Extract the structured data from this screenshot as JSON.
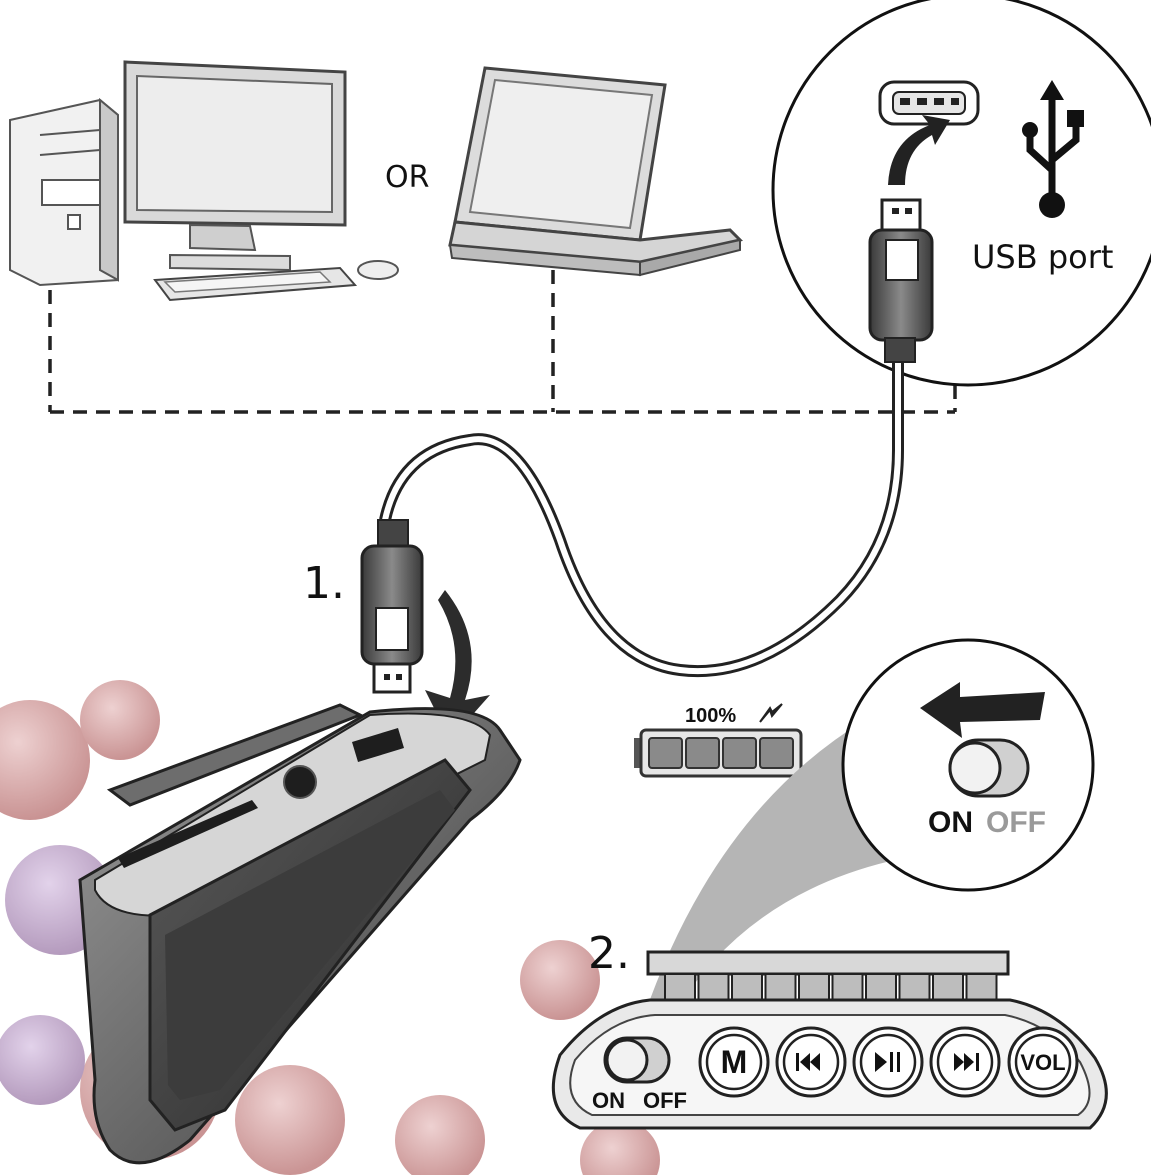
{
  "labels": {
    "or": "OR",
    "usb_port": "USB port",
    "step1": "1.",
    "step2": "2.",
    "battery_level": "100%",
    "switch_on": "ON",
    "switch_off": "OFF",
    "panel_on": "ON",
    "panel_off": "OFF"
  },
  "buttons": [
    {
      "name": "menu-button",
      "text": "M"
    },
    {
      "name": "previous-button",
      "icon": "prev-icon"
    },
    {
      "name": "play-pause-button",
      "icon": "play-pause-icon"
    },
    {
      "name": "next-button",
      "icon": "next-icon"
    },
    {
      "name": "volume-button",
      "text": "VOL"
    }
  ],
  "battery": {
    "level": 1.0,
    "segments": 4
  },
  "colors": {
    "background": "#ffffff",
    "device": "#6d6d6d",
    "device_dark": "#2e2e2e",
    "panel": "#e9e9e9",
    "callout_beam": "#b5b5b5",
    "off_text": "#9a9a9a",
    "decor_bubbles": "#c98a8a"
  },
  "icons": [
    "desktop-computer-icon",
    "laptop-icon",
    "usb-symbol-icon",
    "usb-socket-icon",
    "usb-plug-icon",
    "battery-icon",
    "charging-bolt-icon",
    "arrow-left-icon",
    "toggle-switch-icon",
    "mp3-player-icon"
  ]
}
